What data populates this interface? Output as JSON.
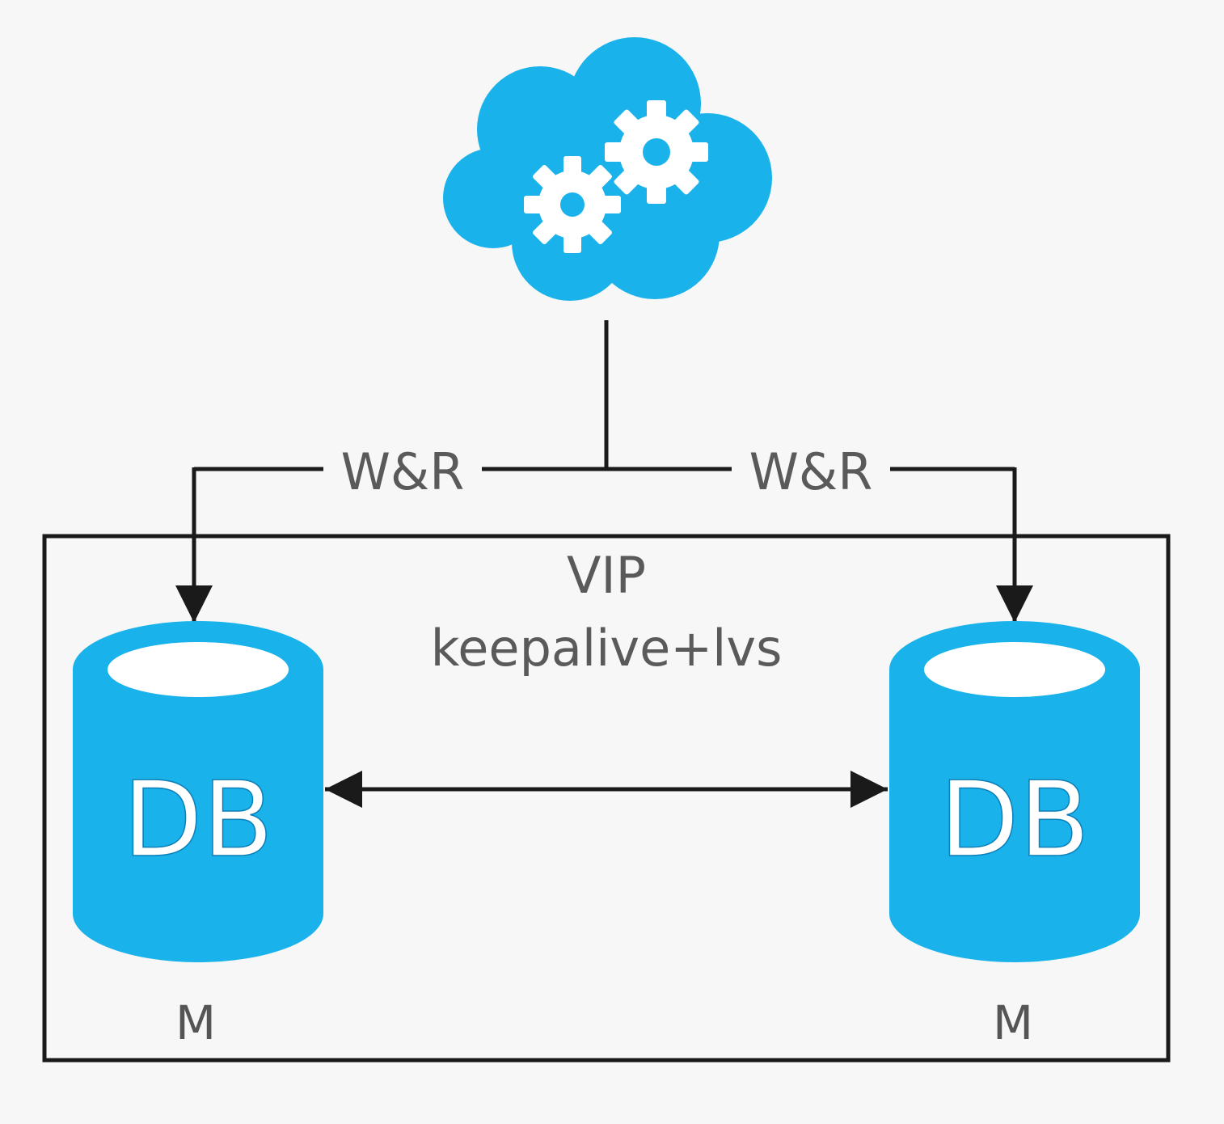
{
  "colors": {
    "accent": "#1ab2ea",
    "line": "#1a1a1a",
    "background": "#f7f7f7",
    "text": "#5a5a5a"
  },
  "cloud": {
    "icon": "cloud-gears-icon"
  },
  "edges": {
    "left_label": "W&R",
    "right_label": "W&R"
  },
  "vip_box": {
    "title": "VIP",
    "subtitle": "keepalive+lvs"
  },
  "databases": [
    {
      "label": "DB",
      "role": "M",
      "icon": "database-icon"
    },
    {
      "label": "DB",
      "role": "M",
      "icon": "database-icon"
    }
  ],
  "replication": {
    "direction": "bidirectional"
  }
}
